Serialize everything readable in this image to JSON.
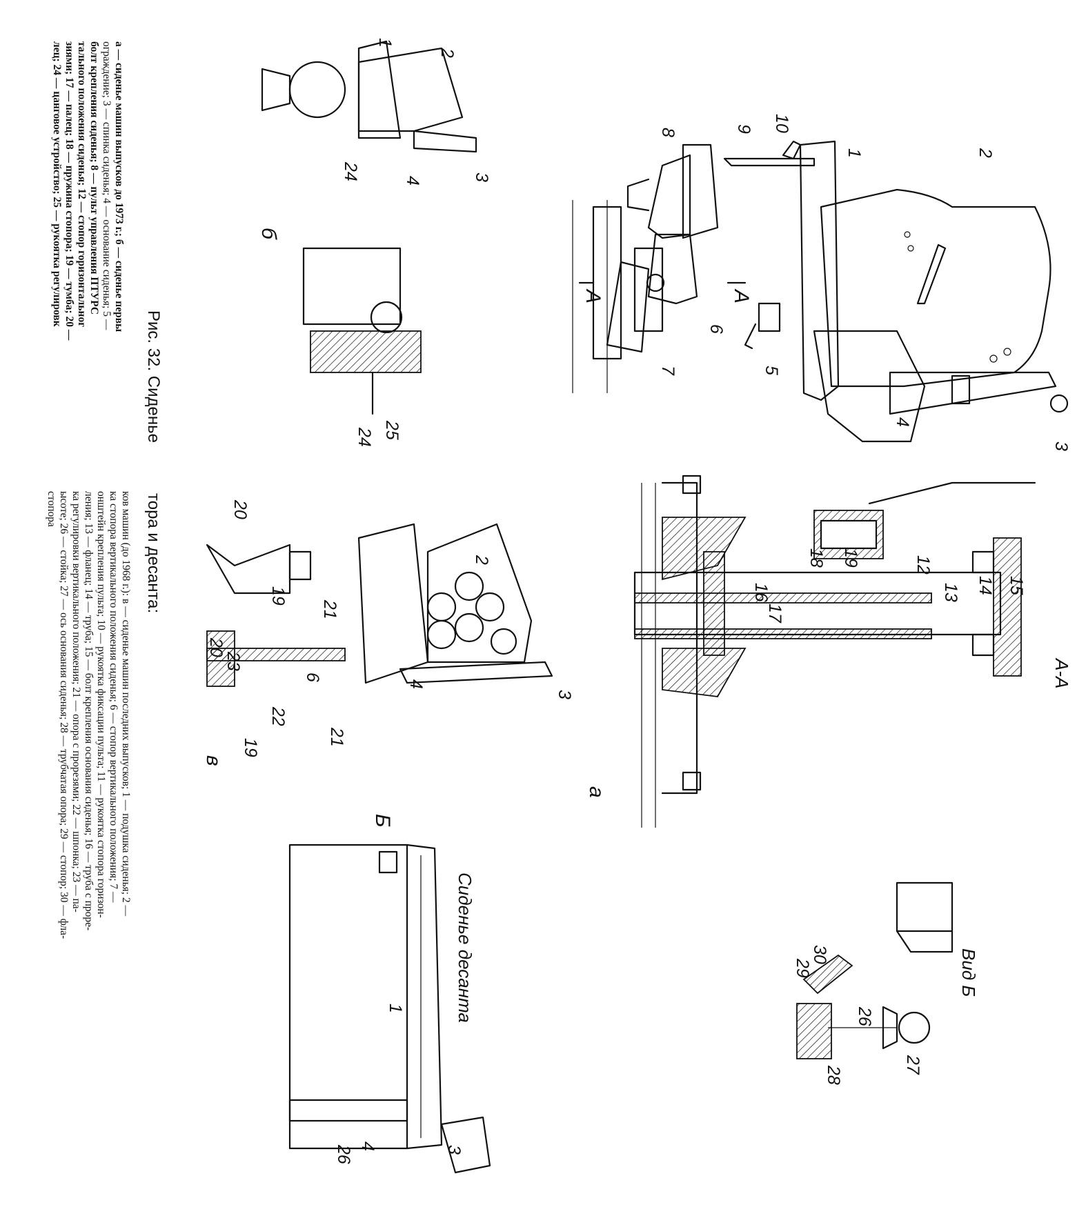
{
  "figure": {
    "title_part_left": "Рис. 32. Сиденьe",
    "title_part_right": "тора и десанта:",
    "caption_left": [
      "а — сиденье машин выпусков до 1973 г.; б — сиденье первы",
      "ограждение; 3 — спинка сиденья; 4 — основание сиденья; 5 —",
      "болт крепления сиденья; 8 — пульт управления ПТУРС",
      "тального положения сиденья; 12 — стопор горизонтальног",
      "зиями; 17 — палец; 18 — пружина стопора; 19 — тумба; 20 —",
      "лец; 24 — цанговое устройство; 25 — рукоятка регулировк"
    ],
    "caption_right": [
      "ков машин (до 1968 г.): в — сиденье машин последних выпусков; 1 — подушка сиденья; 2 —",
      "ка стопора вертикального положения сиденья; 6 — стопор вертикального положения; 7 —",
      "онштейн крепления пульта; 10 — рукоятка фиксации пульта; 11 — рукоятка стопора горизон-",
      "ления; 13 — фланец; 14 — труба; 15 — болт крепления основания сиденья; 16 — труба с проре-",
      "ка регулировки вертикального положения; 21 — опора с прорезями; 22 — шпонка; 23 — па-",
      "ысоте; 26 — стойка; 27 — ось основания сиденья; 28 — трубчатая опора; 29 — стопор; 30 — фла-",
      "стопора"
    ]
  },
  "views": {
    "a": "а",
    "b": "б",
    "v": "в",
    "section_aa": "А-А",
    "section_mark": "А",
    "view_b": "Вид Б",
    "view_b_arrow": "Б",
    "landing_seat": "Сиденье десанта"
  },
  "callouts": {
    "c1": "1",
    "c2": "2",
    "c3": "3",
    "c4": "4",
    "c5": "5",
    "c6": "6",
    "c7": "7",
    "c8": "8",
    "c9": "9",
    "c10": "10",
    "c12": "12",
    "c13": "13",
    "c14": "14",
    "c15": "15",
    "c16": "16",
    "c17": "17",
    "c18": "18",
    "c19": "19",
    "c20": "20",
    "c21": "21",
    "c22": "22",
    "c23": "23",
    "c24": "24",
    "c25": "25",
    "c26": "26",
    "c27": "27",
    "c28": "28",
    "c29": "29",
    "c30": "30"
  }
}
